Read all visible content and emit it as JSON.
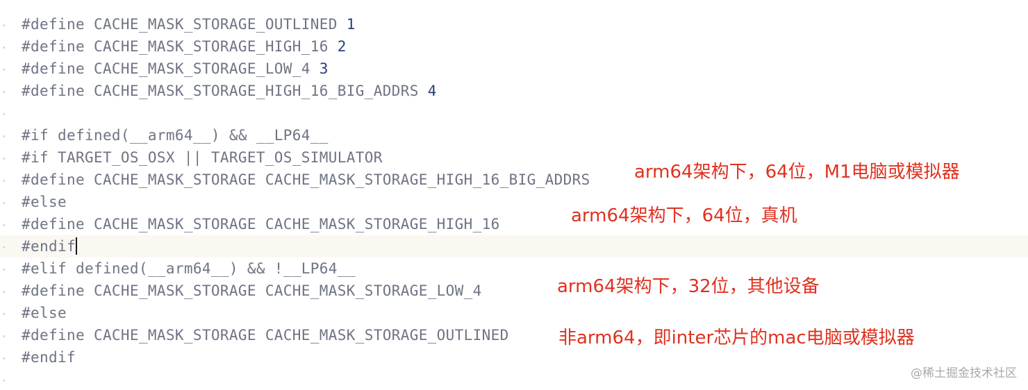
{
  "code": {
    "lines": [
      {
        "text": "#define CACHE_MASK_STORAGE_OUTLINED ",
        "num": "1"
      },
      {
        "text": "#define CACHE_MASK_STORAGE_HIGH_16 ",
        "num": "2"
      },
      {
        "text": "#define CACHE_MASK_STORAGE_LOW_4 ",
        "num": "3"
      },
      {
        "text": "#define CACHE_MASK_STORAGE_HIGH_16_BIG_ADDRS ",
        "num": "4"
      },
      {
        "text": "",
        "num": ""
      },
      {
        "text": "#if defined(__arm64__) && __LP64__",
        "num": ""
      },
      {
        "text": "#if TARGET_OS_OSX || TARGET_OS_SIMULATOR",
        "num": ""
      },
      {
        "text": "#define CACHE_MASK_STORAGE CACHE_MASK_STORAGE_HIGH_16_BIG_ADDRS",
        "num": ""
      },
      {
        "text": "#else",
        "num": ""
      },
      {
        "text": "#define CACHE_MASK_STORAGE CACHE_MASK_STORAGE_HIGH_16",
        "num": ""
      },
      {
        "text": "#endif",
        "num": ""
      },
      {
        "text": "#elif defined(__arm64__) && !__LP64__",
        "num": ""
      },
      {
        "text": "#define CACHE_MASK_STORAGE CACHE_MASK_STORAGE_LOW_4",
        "num": ""
      },
      {
        "text": "#else",
        "num": ""
      },
      {
        "text": "#define CACHE_MASK_STORAGE CACHE_MASK_STORAGE_OUTLINED",
        "num": ""
      },
      {
        "text": "#endif",
        "num": ""
      }
    ]
  },
  "annotations": [
    "arm64架构下，64位，M1电脑或模拟器",
    "arm64架构下，64位，真机",
    "arm64架构下，32位，其他设备",
    "非arm64，即inter芯片的mac电脑或模拟器"
  ],
  "watermark": "@稀土掘金技术社区",
  "colors": {
    "code_text": "#6f7484",
    "number_literal": "#283e7c",
    "annotation": "#e0311f",
    "current_line": "#fbf8f2",
    "watermark": "#a9a9a9"
  }
}
